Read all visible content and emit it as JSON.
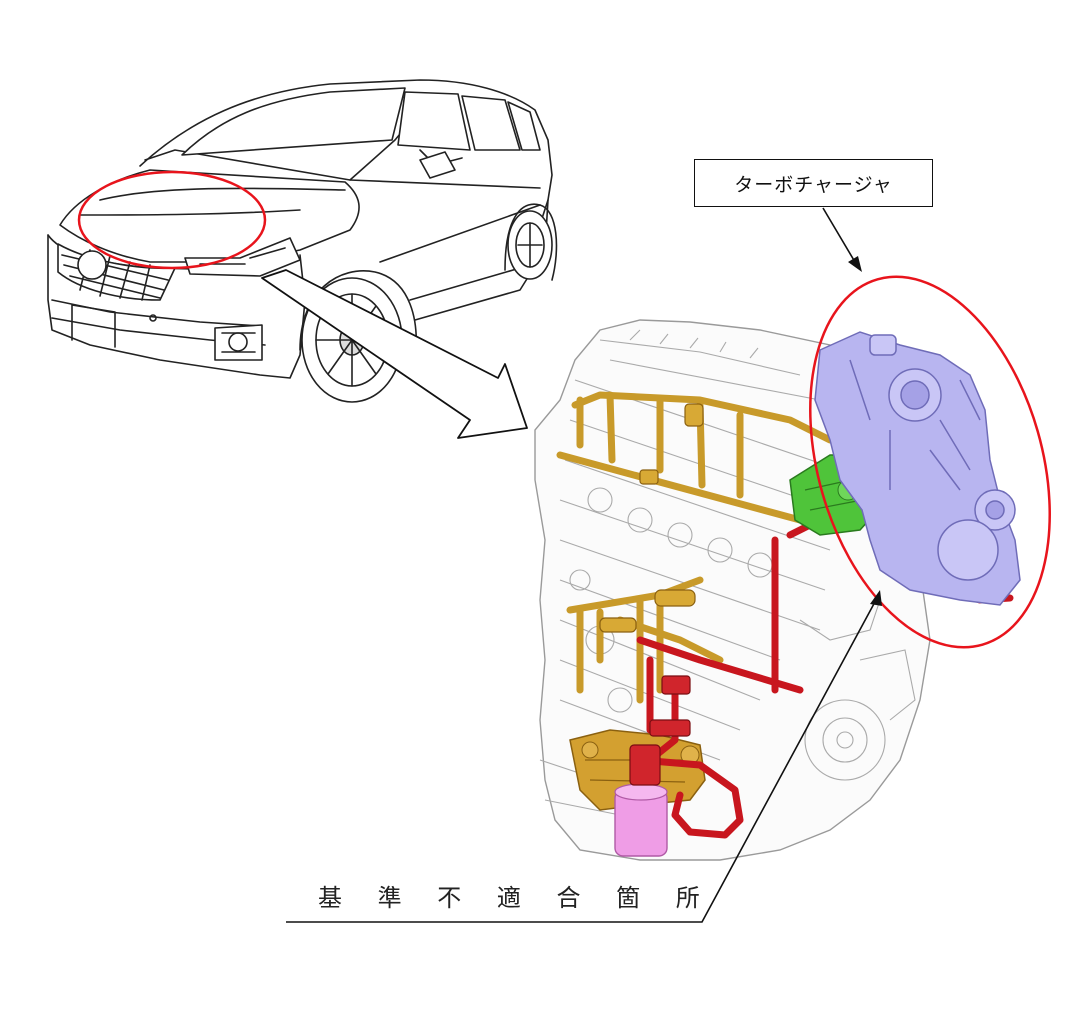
{
  "callouts": {
    "turbocharger_label": "ターボチャージャ",
    "defect_location_label": "基 準 不 適 合 箇 所"
  },
  "colors": {
    "highlight_circle": "#e8141c",
    "turbocharger": "#b8b5f0",
    "oil_pipe_red": "#c8161e",
    "oil_pipe_gold": "#c89a2a",
    "valve_green": "#4fc43a",
    "oil_filter_pink": "#ef9de6",
    "line_art": "#222222"
  },
  "icons": {
    "car": "suv-line-drawing",
    "engine": "engine-cutaway-rendering",
    "arrow": "hollow-block-arrow"
  }
}
